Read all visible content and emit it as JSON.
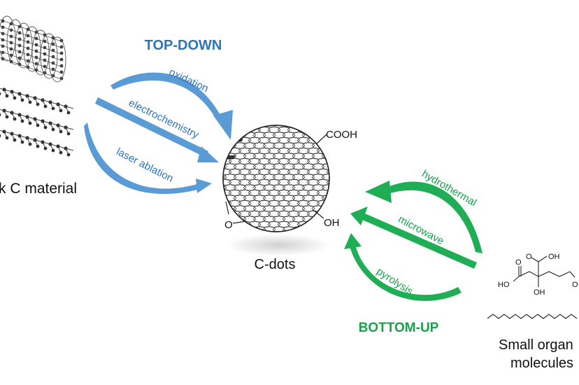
{
  "top_down": {
    "title": "TOP-DOWN",
    "color": "#2e75b6",
    "arrow_color": "#5b9bd5",
    "methods": [
      "oxidation",
      "electrochemistry",
      "laser ablation"
    ]
  },
  "bottom_up": {
    "title": "BOTTOM-UP",
    "color": "#17a34a",
    "arrow_color": "#1fae55",
    "methods": [
      "hydrothermal",
      "microwave",
      "pyrolysis"
    ]
  },
  "bulk": {
    "label": "k C material"
  },
  "cdot": {
    "label": "C-dots",
    "groups": {
      "cooh": "COOH",
      "oh": "OH",
      "o": "O"
    }
  },
  "small": {
    "line1": "Small organ",
    "line2": "molecules",
    "atoms": {
      "oh_top": "OH",
      "ho": "HO",
      "oh_bottom": "OH",
      "o_left": "O",
      "o_top": "O",
      "o_right": "O"
    }
  },
  "colors": {
    "structure": "#333333",
    "text": "#111111"
  }
}
